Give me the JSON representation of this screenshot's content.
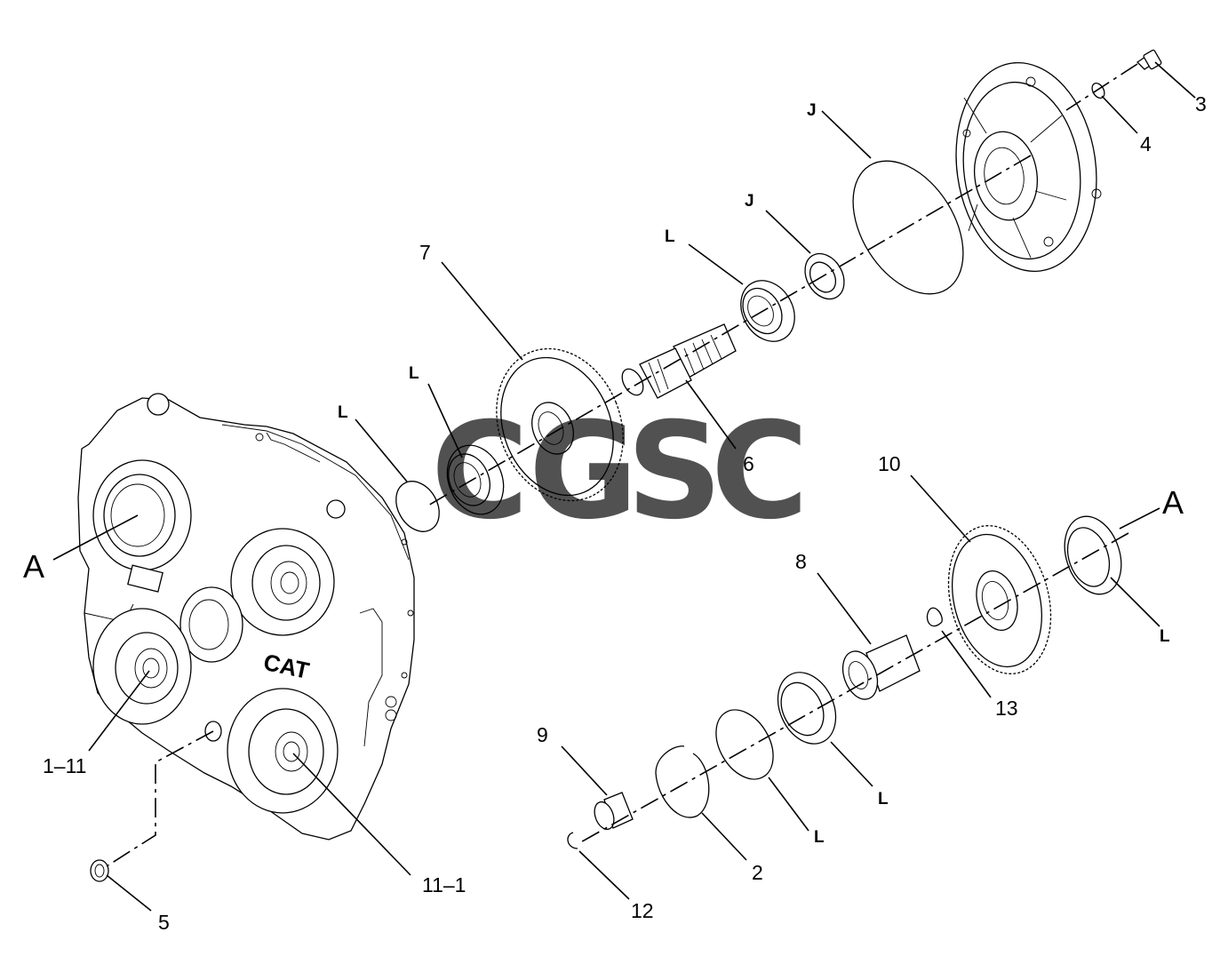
{
  "diagram": {
    "callouts": {
      "p3": "3",
      "p4": "4",
      "jTop": "J",
      "jMid": "J",
      "lBearingTop": "L",
      "p7": "7",
      "lGear": "L",
      "lRing": "L",
      "p6": "6",
      "p10": "10",
      "aRight": "A",
      "aLeft": "A",
      "p8": "8",
      "lRight": "L",
      "p13": "13",
      "p9": "9",
      "lBearingLow": "L",
      "lRingLow": "L",
      "p2": "2",
      "p12": "12",
      "p1_11": "1–11",
      "p11_1": "11–1",
      "p5": "5"
    },
    "housing_logo": "CAT",
    "watermark": {
      "letters": [
        "C",
        "G",
        "S",
        "C"
      ],
      "colors": [
        "#4285f4",
        "#ea4335",
        "#fbbc05",
        "#34a853"
      ]
    }
  }
}
